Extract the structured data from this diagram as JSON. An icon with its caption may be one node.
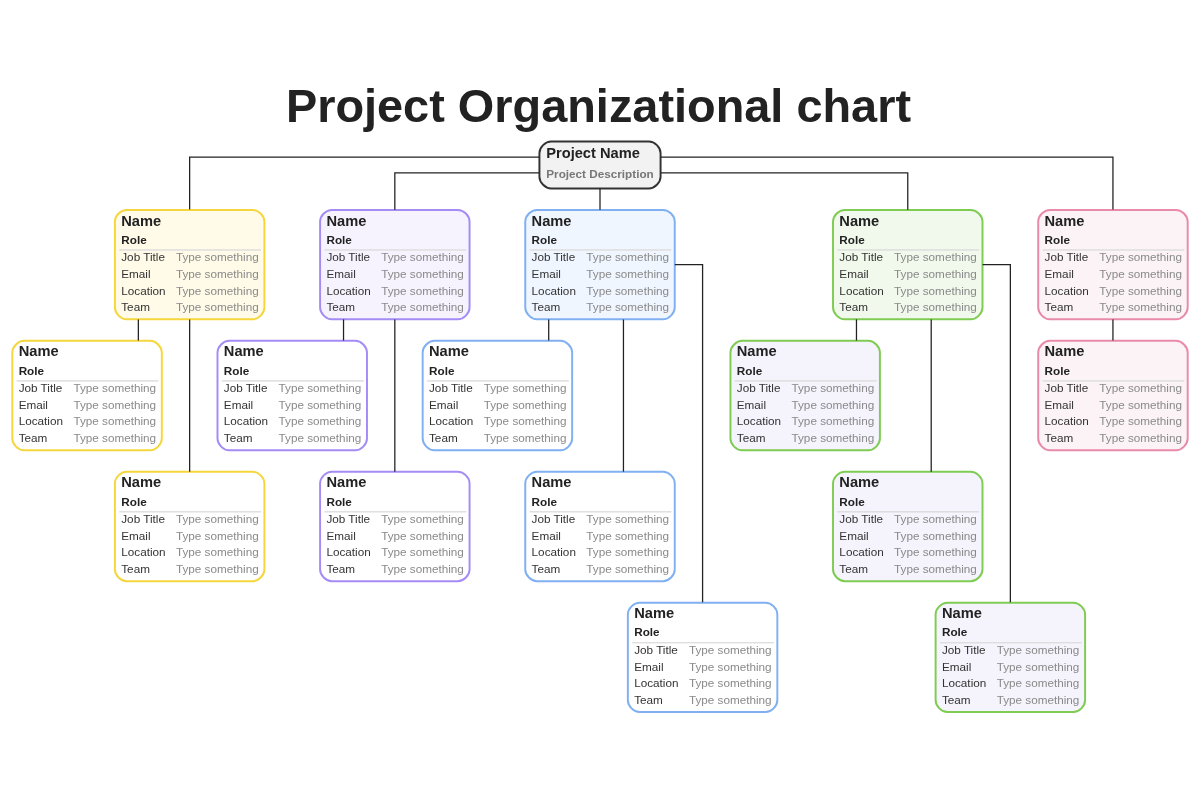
{
  "diagram": {
    "title": "Project Organizational chart",
    "nodes": [
      {
        "text": [
          "Project Name",
          "Project Description"
        ]
      },
      {
        "text": [
          "Name",
          "Role",
          "Job Title",
          "Type something",
          "Email",
          "Type something",
          "Location",
          "Type something",
          "Team",
          "Type something"
        ]
      },
      {
        "text": [
          "Name",
          "Role",
          "Job Title",
          "Type something",
          "Email",
          "Type something",
          "Location",
          "Type something",
          "Team",
          "Type something"
        ]
      },
      {
        "text": [
          "Name",
          "Role",
          "Job Title",
          "Type something",
          "Email",
          "Type something",
          "Location",
          "Type something",
          "Team",
          "Type something"
        ]
      },
      {
        "text": [
          "Name",
          "Role",
          "Job Title",
          "Type something",
          "Email",
          "Type something",
          "Location",
          "Type something",
          "Team",
          "Type something"
        ]
      },
      {
        "text": [
          "Name",
          "Role",
          "Job Title",
          "Type something",
          "Email",
          "Type something",
          "Location",
          "Type something",
          "Team",
          "Type something"
        ]
      },
      {
        "text": [
          "Name",
          "Role",
          "Job Title",
          "Type something",
          "Email",
          "Type something",
          "Location",
          "Type something",
          "Team",
          "Type something"
        ]
      },
      {
        "text": [
          "Name",
          "Role",
          "Job Title",
          "Type something",
          "Email",
          "Type something",
          "Location",
          "Type something",
          "Team",
          "Type something"
        ]
      },
      {
        "text": [
          "Name",
          "Role",
          "Job Title",
          "Type something",
          "Email",
          "Type something",
          "Location",
          "Type something",
          "Team",
          "Type something"
        ]
      },
      {
        "text": [
          "Name",
          "Role",
          "Job Title",
          "Type something",
          "Email",
          "Type something",
          "Location",
          "Type something",
          "Team",
          "Type something"
        ]
      },
      {
        "text": [
          "Name",
          "Role",
          "Job Title",
          "Type something",
          "Email",
          "Type something",
          "Location",
          "Type something",
          "Team",
          "Type something"
        ]
      },
      {
        "text": [
          "Name",
          "Role",
          "Job Title",
          "Type something",
          "Email",
          "Type something",
          "Location",
          "Type something",
          "Team",
          "Type something"
        ]
      },
      {
        "text": [
          "Name",
          "Role",
          "Job Title",
          "Type something",
          "Email",
          "Type something",
          "Location",
          "Type something",
          "Team",
          "Type something"
        ]
      },
      {
        "text": [
          "Name",
          "Role",
          "Job Title",
          "Type something",
          "Email",
          "Type something",
          "Location",
          "Type something",
          "Team",
          "Type something"
        ]
      },
      {
        "text": [
          "Name",
          "Role",
          "Job Title",
          "Type something",
          "Email",
          "Type something",
          "Location",
          "Type something",
          "Team",
          "Type something"
        ]
      },
      {
        "text": [
          "Name",
          "Role",
          "Job Title",
          "Type something",
          "Email",
          "Type something",
          "Location",
          "Type something",
          "Team",
          "Type something"
        ]
      },
      {
        "text": [
          "Name",
          "Role",
          "Job Title",
          "Type something",
          "Email",
          "Type something",
          "Location",
          "Type something",
          "Team",
          "Type something"
        ]
      }
    ],
    "edges": [
      {
        "from": 0,
        "to": 1,
        "arrow": "none"
      },
      {
        "from": 0,
        "to": 2,
        "arrow": "none"
      },
      {
        "from": 0,
        "to": 3,
        "arrow": "none"
      },
      {
        "from": 0,
        "to": 4,
        "arrow": "none"
      },
      {
        "from": 0,
        "to": 5,
        "arrow": "none"
      },
      {
        "from": 1,
        "to": 6,
        "arrow": "none"
      },
      {
        "from": 1,
        "to": 7,
        "arrow": "none"
      },
      {
        "from": 2,
        "to": 8,
        "arrow": "none"
      },
      {
        "from": 2,
        "to": 9,
        "arrow": "none"
      },
      {
        "from": 3,
        "to": 10,
        "arrow": "none"
      },
      {
        "from": 3,
        "to": 11,
        "arrow": "none"
      },
      {
        "from": 3,
        "to": 12,
        "arrow": "none"
      },
      {
        "from": 4,
        "to": 13,
        "arrow": "none"
      },
      {
        "from": 4,
        "to": 14,
        "arrow": "none"
      },
      {
        "from": 4,
        "to": 15,
        "arrow": "none"
      },
      {
        "from": 5,
        "to": 16,
        "arrow": "none"
      }
    ]
  }
}
